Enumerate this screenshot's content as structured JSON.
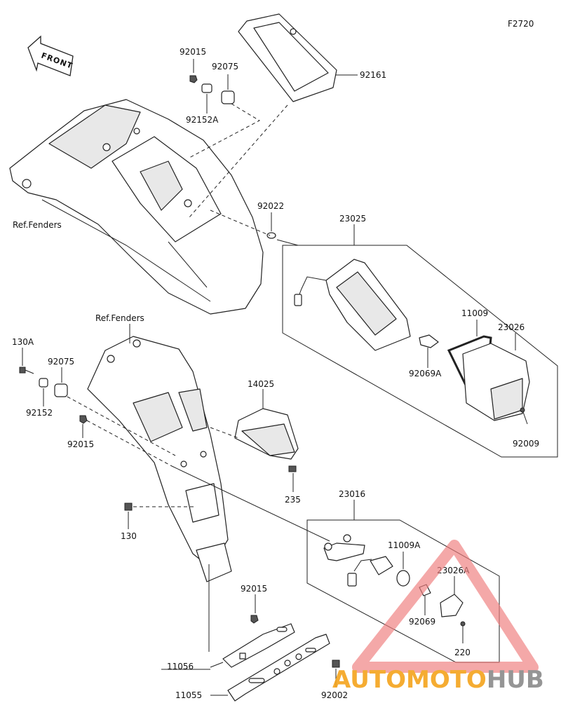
{
  "figure_code": "F2720",
  "front_label": "FRONT",
  "callouts": {
    "p92015_top": "92015",
    "p92075_top": "92075",
    "p92152A": "92152A",
    "p92161": "92161",
    "ref_fenders_top": "Ref.Fenders",
    "p92022": "92022",
    "p23025": "23025",
    "p11009": "11009",
    "p23026": "23026",
    "p92069A": "92069A",
    "p92009": "92009",
    "ref_fenders_mid": "Ref.Fenders",
    "p130A": "130A",
    "p92075_mid": "92075",
    "p92152": "92152",
    "p92015_mid": "92015",
    "p14025": "14025",
    "p235": "235",
    "p130": "130",
    "p23016": "23016",
    "p11009A": "11009A",
    "p23026A": "23026A",
    "p92069": "92069",
    "p220": "220",
    "p92015_bot": "92015",
    "p11056": "11056",
    "p11055": "11055",
    "p92002": "92002"
  },
  "watermark": {
    "part1": "AUTO",
    "part2": "MOTO",
    "part3": "HUB",
    "color_orange": "#f4a41c",
    "color_red": "#ef7f7f",
    "color_gray": "#8a8a8a"
  }
}
